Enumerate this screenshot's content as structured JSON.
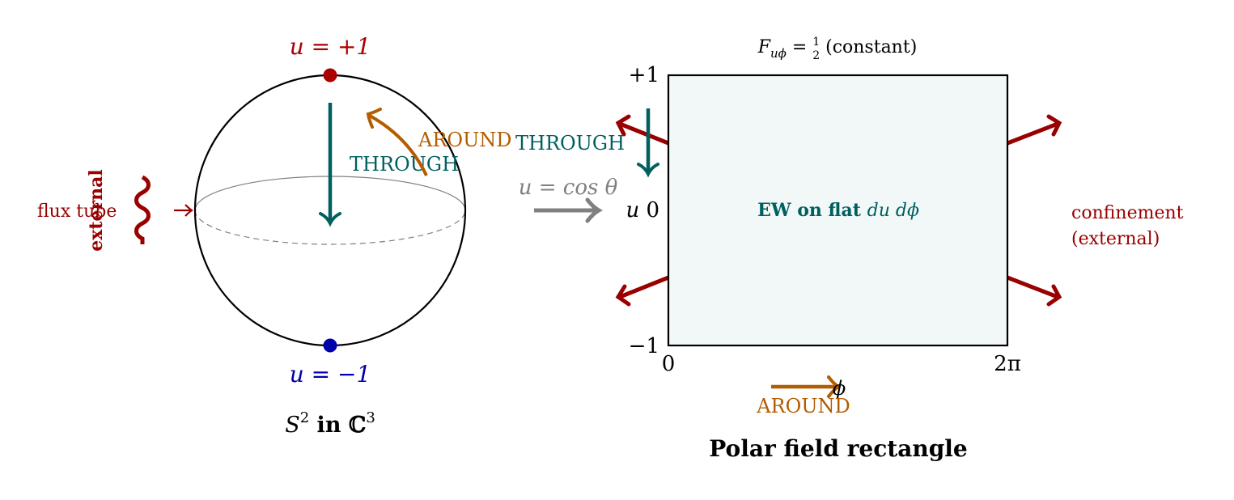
{
  "colors": {
    "red": "#990000",
    "darkred": "#a00000",
    "blue": "#0000aa",
    "teal": "#005f5f",
    "orange": "#b35c00",
    "gray": "#808080",
    "rect_fill": "#f2f8f8"
  },
  "sphere": {
    "north_label": "u = +1",
    "south_label": "u = −1",
    "caption_s": "S",
    "caption_s_sup": "2",
    "caption_in": " in ",
    "caption_c": "ℂ",
    "caption_c_sup": "3",
    "through_label": "THROUGH",
    "around_label": "AROUND",
    "external_label": "external",
    "flux_tube_label": "flux tube"
  },
  "map": {
    "label": "u = cos θ"
  },
  "rectangle": {
    "title_f": "F",
    "title_sub": "uϕ",
    "title_eq": " = ",
    "title_num": "1",
    "title_den": "2",
    "title_tail": " (constant)",
    "y_top": "+1",
    "y_mid_var": "u",
    "y_mid_val": "0",
    "y_bottom": "−1",
    "x_left": "0",
    "x_right": "2π",
    "x_var": "ϕ",
    "through_label": "THROUGH",
    "around_label": "AROUND",
    "center_bold": "EW on flat ",
    "center_math": "du dϕ",
    "confinement_line1": "confinement",
    "confinement_line2": "(external)",
    "caption": "Polar field rectangle"
  }
}
